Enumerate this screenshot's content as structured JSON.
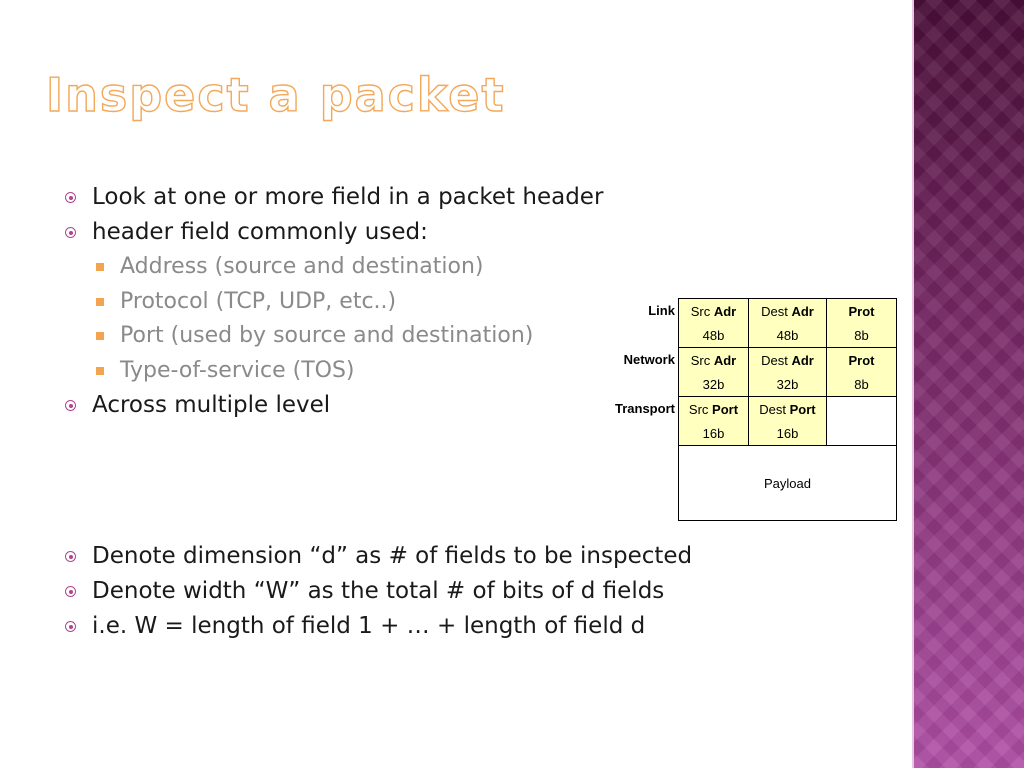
{
  "title": "Inspect a packet",
  "bullets_top": [
    {
      "text": "Look at one or more field in a packet header",
      "level": 1
    },
    {
      "text": "header field commonly used:",
      "level": 1
    },
    {
      "text": "Address (source and destination)",
      "level": 2
    },
    {
      "text": "Protocol (TCP, UDP, etc..)",
      "level": 2
    },
    {
      "text": "Port (used by source and destination)",
      "level": 2
    },
    {
      "text": "Type-of-service (TOS)",
      "level": 2
    },
    {
      "text": "Across multiple level",
      "level": 1
    }
  ],
  "bullets_bottom": [
    {
      "text": "Denote dimension “d” as # of fields to be inspected"
    },
    {
      "text": "Denote  width “W” as the total # of bits of d fields"
    },
    {
      "text": "i.e. W = length of field 1 + … + length of field d"
    }
  ],
  "packet_table": {
    "link": {
      "label": "Link",
      "src_prefix": "Src",
      "src_bold": "Adr",
      "src_bits": "48b",
      "dest_prefix": "Dest",
      "dest_bold": "Adr",
      "dest_bits": "48b",
      "prot": "Prot",
      "prot_bits": "8b"
    },
    "network": {
      "label": "Network",
      "src_prefix": "Src",
      "src_bold": "Adr",
      "src_bits": "32b",
      "dest_prefix": "Dest",
      "dest_bold": "Adr",
      "dest_bits": "32b",
      "prot": "Prot",
      "prot_bits": "8b"
    },
    "transport": {
      "label": "Transport",
      "src_prefix": "Src",
      "src_bold": "Port",
      "src_bits": "16b",
      "dest_prefix": "Dest",
      "dest_bold": "Port",
      "dest_bits": "16b"
    },
    "payload": "Payload"
  },
  "colors": {
    "title_outline": "#f3a85a",
    "level1_bullet": "#b0468f",
    "level2_bullet": "#f3a450",
    "table_highlight": "#ffffc0",
    "sidebar_top": "#4a0f39",
    "sidebar_bottom": "#b04fa6"
  }
}
